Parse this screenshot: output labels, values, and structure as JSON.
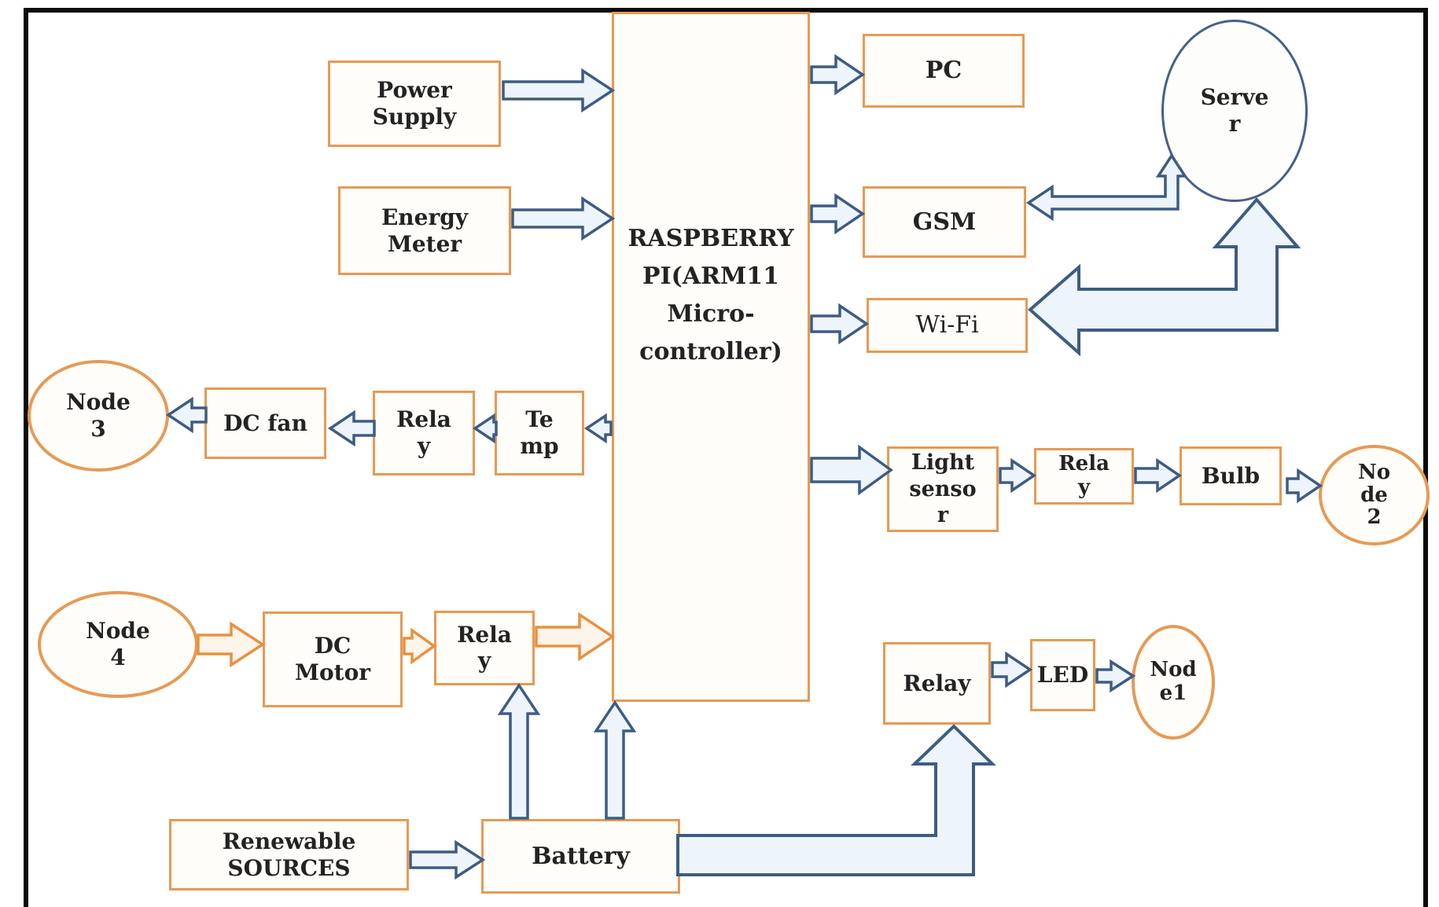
{
  "diagram": {
    "type": "block-diagram",
    "subject": "Raspberry Pi based home automation / energy monitoring system",
    "nodes": {
      "power_supply": {
        "label": "Power\nSupply",
        "shape": "rect"
      },
      "energy_meter": {
        "label": "Energy\nMeter",
        "shape": "rect"
      },
      "raspberry_pi": {
        "label": "RASPBERRY\nPI(ARM11\nMicro-\ncontroller)",
        "shape": "rect"
      },
      "pc": {
        "label": "PC",
        "shape": "rect"
      },
      "gsm": {
        "label": "GSM",
        "shape": "rect"
      },
      "wifi": {
        "label": "Wi-Fi",
        "shape": "rect"
      },
      "server": {
        "label": "Serve\nr",
        "shape": "ellipse"
      },
      "node3": {
        "label": "Node\n3",
        "shape": "ellipse"
      },
      "dc_fan": {
        "label": "DC fan",
        "shape": "rect"
      },
      "relay_left": {
        "label": "Rela\ny",
        "shape": "rect"
      },
      "temp": {
        "label": "Te\nmp",
        "shape": "rect"
      },
      "light_sensor": {
        "label": "Light\nsenso\nr",
        "shape": "rect"
      },
      "relay_right": {
        "label": "Rela\ny",
        "shape": "rect"
      },
      "bulb": {
        "label": "Bulb",
        "shape": "rect"
      },
      "node2": {
        "label": "No\nde\n2",
        "shape": "ellipse"
      },
      "node4": {
        "label": "Node\n4",
        "shape": "ellipse"
      },
      "dc_motor": {
        "label": "DC\nMotor",
        "shape": "rect"
      },
      "relay_bottom_left": {
        "label": "Rela\ny",
        "shape": "rect"
      },
      "relay_bottom_right": {
        "label": "Relay",
        "shape": "rect"
      },
      "led": {
        "label": "LED",
        "shape": "rect"
      },
      "node1": {
        "label": "Nod\ne1",
        "shape": "ellipse"
      },
      "renewable_sources": {
        "label": "Renewable\nSOURCES",
        "shape": "rect"
      },
      "battery": {
        "label": "Battery",
        "shape": "rect"
      }
    },
    "edges": [
      {
        "from": "power_supply",
        "to": "raspberry_pi",
        "style": "blue"
      },
      {
        "from": "energy_meter",
        "to": "raspberry_pi",
        "style": "blue"
      },
      {
        "from": "raspberry_pi",
        "to": "pc",
        "style": "blue"
      },
      {
        "from": "raspberry_pi",
        "to": "gsm",
        "style": "blue"
      },
      {
        "from": "raspberry_pi",
        "to": "wifi",
        "style": "blue"
      },
      {
        "from": "server",
        "to": "gsm",
        "style": "blue",
        "bidirectional": true
      },
      {
        "from": "server",
        "to": "wifi",
        "style": "blue-thick",
        "bidirectional": true
      },
      {
        "from": "raspberry_pi",
        "to": "temp",
        "style": "blue"
      },
      {
        "from": "temp",
        "to": "relay_left",
        "style": "blue"
      },
      {
        "from": "relay_left",
        "to": "dc_fan",
        "style": "blue"
      },
      {
        "from": "dc_fan",
        "to": "node3",
        "style": "blue"
      },
      {
        "from": "raspberry_pi",
        "to": "light_sensor",
        "style": "blue"
      },
      {
        "from": "light_sensor",
        "to": "relay_right",
        "style": "blue"
      },
      {
        "from": "relay_right",
        "to": "bulb",
        "style": "blue"
      },
      {
        "from": "bulb",
        "to": "node2",
        "style": "blue"
      },
      {
        "from": "node4",
        "to": "dc_motor",
        "style": "orange"
      },
      {
        "from": "dc_motor",
        "to": "relay_bottom_left",
        "style": "orange"
      },
      {
        "from": "relay_bottom_left",
        "to": "raspberry_pi",
        "style": "orange"
      },
      {
        "from": "battery",
        "to": "relay_bottom_left",
        "style": "blue"
      },
      {
        "from": "battery",
        "to": "raspberry_pi",
        "style": "blue"
      },
      {
        "from": "renewable_sources",
        "to": "battery",
        "style": "blue"
      },
      {
        "from": "battery",
        "to": "relay_bottom_right",
        "style": "blue-thick"
      },
      {
        "from": "relay_bottom_right",
        "to": "led",
        "style": "blue"
      },
      {
        "from": "led",
        "to": "node1",
        "style": "blue"
      }
    ],
    "colors": {
      "box_border": "#e69a55",
      "server_border": "#44618e",
      "arrow_blue": "#3e5c82",
      "arrow_orange": "#e8913c",
      "frame": "#0c0c0c",
      "text": "#232323"
    }
  }
}
